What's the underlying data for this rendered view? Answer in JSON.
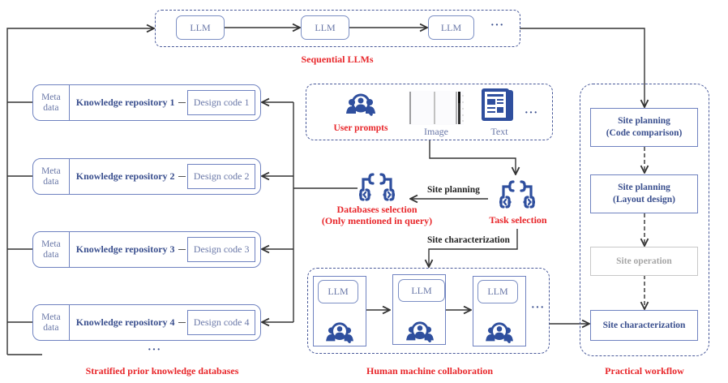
{
  "colors": {
    "accent_red": "#e8262a",
    "primary_blue": "#3a4f8e",
    "icon_blue": "#2f4f9e",
    "box_border": "#6f82c0",
    "muted_gray": "#a6a6a6",
    "line": "#333333"
  },
  "sequential_llms": {
    "caption": "Sequential LLMs",
    "nodes": [
      "LLM",
      "LLM",
      "LLM"
    ],
    "ellipsis": "···"
  },
  "inputs": {
    "items": [
      {
        "icon": "user-search-icon",
        "label": "User prompts"
      },
      {
        "icon": "image-thumbnail-icon",
        "label": "Image"
      },
      {
        "icon": "newspaper-icon",
        "label": "Text"
      }
    ],
    "ellipsis": "···"
  },
  "selection": {
    "task": {
      "icon": "code-branch-icon",
      "label": "Task selection"
    },
    "databases": {
      "icon": "code-branch-icon",
      "label_line1": "Databases selection",
      "label_line2": "(Only mentioned in query)"
    },
    "edge_site_planning": "Site planning",
    "edge_site_characterization": "Site characterization"
  },
  "knowledge": {
    "caption": "Stratified prior knowledge databases",
    "repositories": [
      {
        "meta_line1": "Meta",
        "meta_line2": "data",
        "title": "Knowledge repository 1",
        "code": "Design code 1"
      },
      {
        "meta_line1": "Meta",
        "meta_line2": "data",
        "title": "Knowledge repository 2",
        "code": "Design code 2"
      },
      {
        "meta_line1": "Meta",
        "meta_line2": "data",
        "title": "Knowledge repository 3",
        "code": "Design code 3"
      },
      {
        "meta_line1": "Meta",
        "meta_line2": "data",
        "title": "Knowledge repository 4",
        "code": "Design code 4"
      }
    ],
    "ellipsis": "···"
  },
  "collaboration": {
    "caption": "Human machine collaboration",
    "cards": [
      {
        "llm": "LLM"
      },
      {
        "llm": "LLM"
      },
      {
        "llm": "LLM"
      }
    ],
    "ellipsis": "···"
  },
  "workflow": {
    "caption": "Practical workflow",
    "steps": [
      {
        "line1": "Site planning",
        "line2": "(Code comparison)",
        "state": "active"
      },
      {
        "line1": "Site planning",
        "line2": "(Layout design)",
        "state": "active"
      },
      {
        "line1": "Site operation",
        "line2": "",
        "state": "muted"
      },
      {
        "line1": "Site characterization",
        "line2": "",
        "state": "active"
      }
    ]
  }
}
